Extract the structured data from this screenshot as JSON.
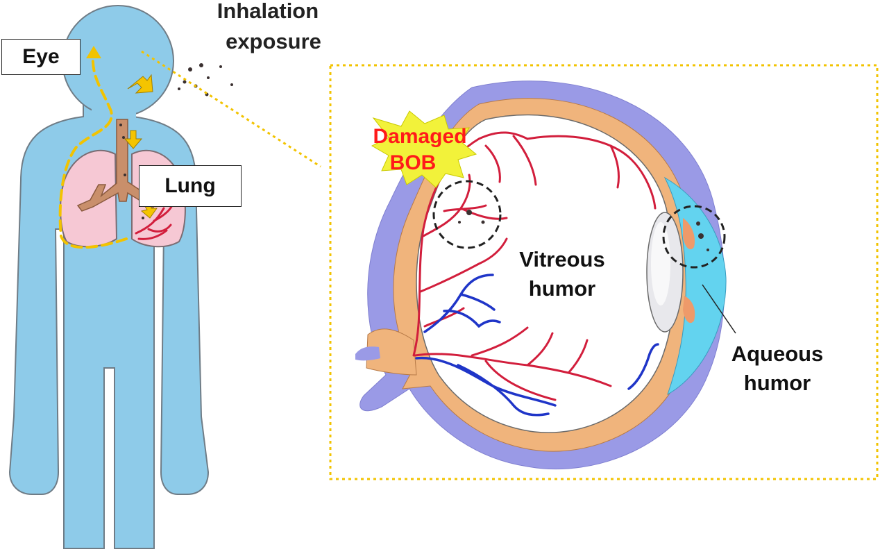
{
  "labels": {
    "inhalation_line1": "Inhalation",
    "inhalation_line2": "exposure",
    "eye": "Eye",
    "lung": "Lung",
    "damaged_line1": "Damaged",
    "damaged_line2": "BOB",
    "vitreous_line1": "Vitreous",
    "vitreous_line2": "humor",
    "aqueous_line1": "Aqueous",
    "aqueous_line2": "humor"
  },
  "colors": {
    "body": "#8ecbe9",
    "lung": "#f6c8d4",
    "trachea": "#c98f6b",
    "pathway": "#f2c300",
    "zoom_frame": "#f2c300",
    "artery": "#d21e3c",
    "vein": "#1f35c8",
    "sclera_outer": "#9a9ae6",
    "choroid": "#f0b47c",
    "aqueous": "#63d3ef",
    "damaged_text": "#ff1a1a",
    "burst": "#f2f23a"
  },
  "icons": [
    "human-body-silhouette",
    "lung-icon",
    "trachea-icon",
    "eye-cross-section",
    "burst-icon",
    "particle-dots",
    "arrow-icon"
  ]
}
